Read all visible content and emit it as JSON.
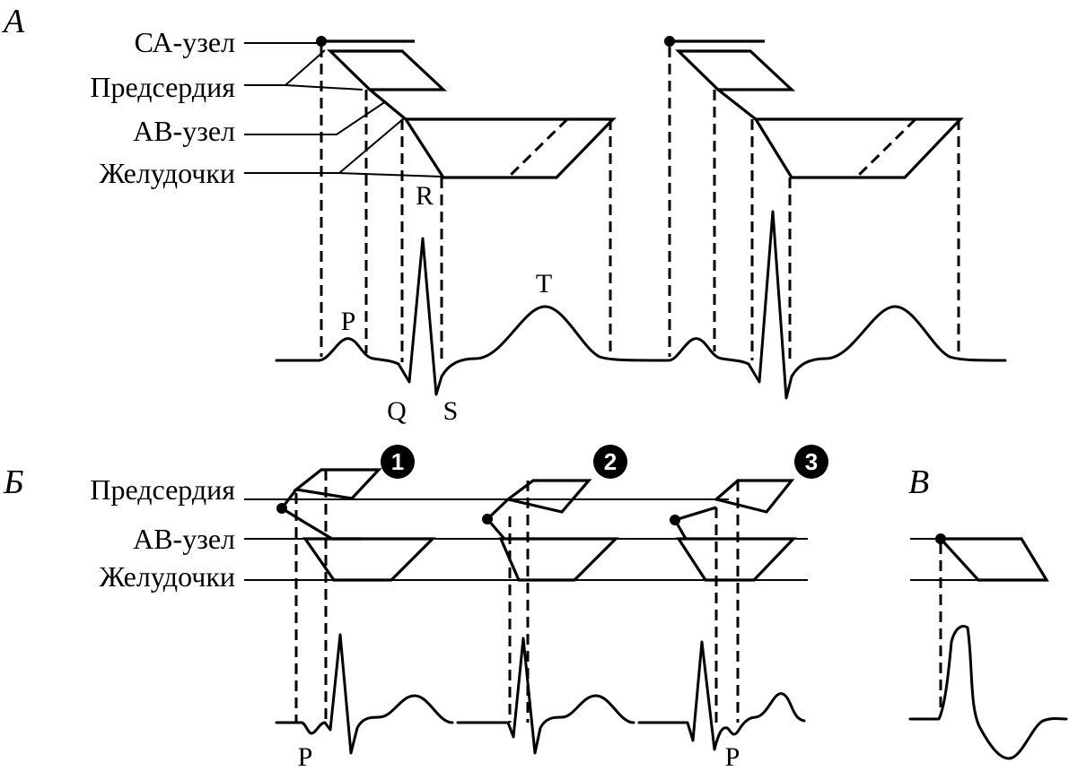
{
  "panels": {
    "a": "А",
    "b": "Б",
    "c": "В"
  },
  "panel_a": {
    "labels": {
      "sa_node": "СА-узел",
      "atria": "Предсердия",
      "av_node": "АВ-узел",
      "ventricles": "Желудочки"
    },
    "waves": {
      "p": "P",
      "q": "Q",
      "r": "R",
      "s": "S",
      "t": "T"
    }
  },
  "panel_b": {
    "labels": {
      "atria": "Предсердия",
      "av_node": "АВ-узел",
      "ventricles": "Желудочки"
    },
    "markers": [
      "1",
      "2",
      "3"
    ],
    "waves": {
      "p_left": "P",
      "p_right": "P"
    }
  }
}
